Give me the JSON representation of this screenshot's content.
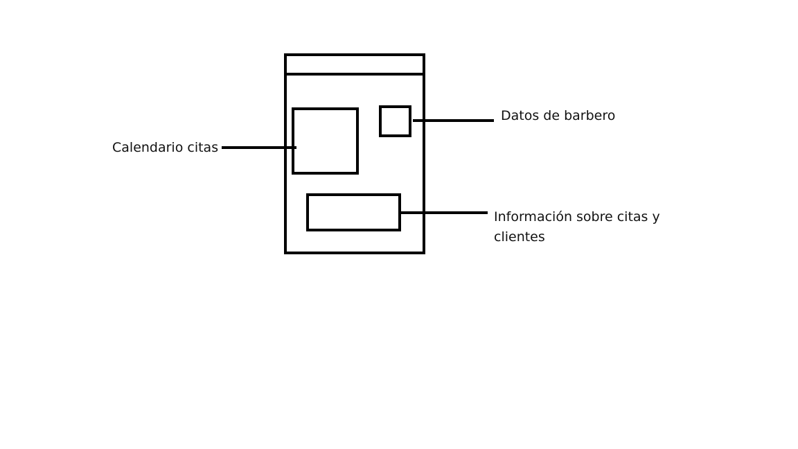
{
  "diagram": {
    "stroke_color": "#000000",
    "background_color": "#ffffff",
    "labels": {
      "calendar": "Calendario citas",
      "barber": "Datos de barbero",
      "info": "Información sobre citas y clientes"
    }
  }
}
